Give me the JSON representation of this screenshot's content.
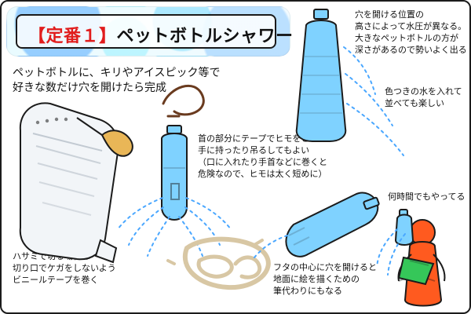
{
  "title": {
    "prefix": "【定番１】",
    "main": "ペットボトルシャワー"
  },
  "notes": {
    "intro": {
      "line1": "ペットボトルに、キリやアイスピック等で",
      "line2": "好きな数だけ穴を開けたら完成"
    },
    "top_right": {
      "line1": "穴を開ける位置の",
      "line2": "高さによって水圧が異なる。",
      "line3": "大きなペットボトルの方が",
      "line4": "深さがあるので勢いよく出る"
    },
    "colored_water": {
      "line1": "色つきの水を入れて",
      "line2": "並べても楽しい"
    },
    "neck": {
      "line1": "首の部分にテープでヒモをとめて",
      "line2": "手に持ったり吊るしてもよい",
      "line3": "（口に入れたり手首などに巻くと",
      "line4": "危険なので、ヒモは太く短めに）"
    },
    "hours": {
      "line1": "何時間でもやってる"
    },
    "cut": {
      "line1": "ハサミで切る場合は",
      "line2": "切り口でケガをしないよう",
      "line3": "ビニールテープを巻く"
    },
    "cap": {
      "line1": "フタの中心に穴を開けると",
      "line2": "地面に絵を描くための",
      "line3": "筆代わりにもなる"
    }
  },
  "icons": {
    "bottle": "bottle-icon",
    "awl": "awl-icon",
    "water": "water-spray-icon",
    "person": "person-icon",
    "cup": "cup-icon",
    "drawing": "ground-drawing-icon"
  },
  "colors": {
    "accent_red": "#e11d1d",
    "bottle_blue": "#7fd2ff",
    "bottle_outline": "#1b1b1b",
    "spray_blue": "#4aa7ff",
    "person_orange": "#ff5a1f",
    "cup_green": "#35c759",
    "string_brown": "#6a3b1f",
    "ground_beige": "#d8c7a4"
  }
}
